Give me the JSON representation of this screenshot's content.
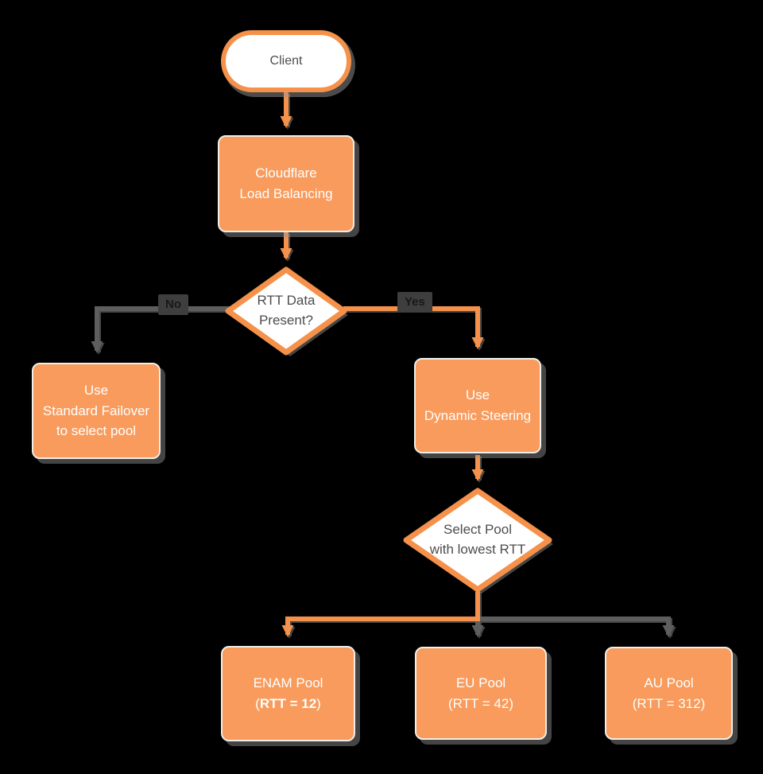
{
  "title": "Cloudflare Load Balancing RTT steering flowchart",
  "colors": {
    "background": "#000000",
    "node_fill_orange": "#F89B5C",
    "node_border_light": "#F0EEE7",
    "accent_orange_stroke": "#F5914A",
    "connector_gray": "#5E5E5E",
    "text_on_orange": "#FFFFFF",
    "text_dark": "#4D4D4D"
  },
  "nodes": {
    "client": {
      "label": "Client"
    },
    "cloudflare": {
      "line1": "Cloudflare",
      "line2": "Load Balancing"
    },
    "rtt_decision": {
      "line1": "RTT Data",
      "line2": "Present?"
    },
    "failover": {
      "line1": "Use",
      "line2": "Standard Failover",
      "line3": "to select pool"
    },
    "steering": {
      "line1": "Use",
      "line2": "Dynamic Steering"
    },
    "select_pool": {
      "line1": "Select Pool",
      "line2": "with lowest RTT"
    },
    "enam_pool": {
      "line1": "ENAM Pool",
      "paren_open": "(",
      "rtt_bold": "RTT = 12",
      "paren_close": ")"
    },
    "eu_pool": {
      "line1": "EU Pool",
      "line2": "(RTT = 42)"
    },
    "au_pool": {
      "line1": "AU Pool",
      "line2": "(RTT = 312)"
    }
  },
  "edge_labels": {
    "no": "No",
    "yes": "Yes"
  }
}
